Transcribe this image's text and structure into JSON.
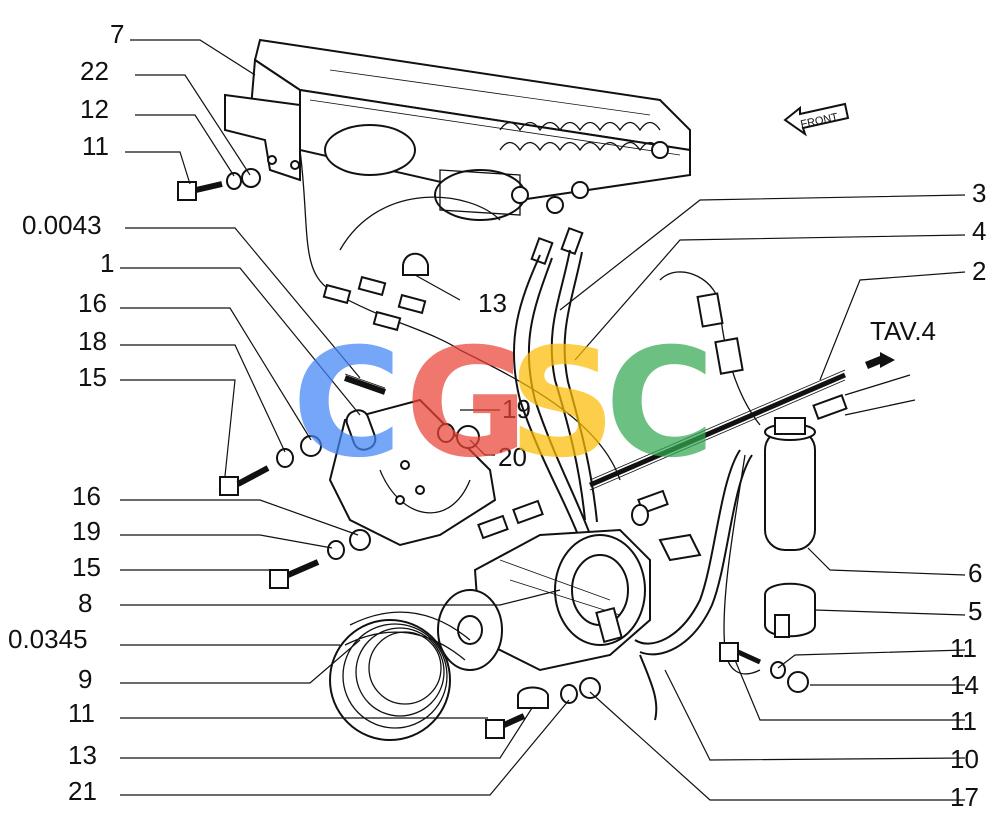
{
  "diagram": {
    "callouts_left": [
      "7",
      "22",
      "12",
      "11",
      "0.0043",
      "1",
      "16",
      "18",
      "15",
      "16",
      "19",
      "15",
      "8",
      "0.0345",
      "9",
      "11",
      "13",
      "21"
    ],
    "callouts_right": [
      "3",
      "4",
      "2",
      "6",
      "5",
      "11",
      "14",
      "11",
      "10",
      "17"
    ],
    "callouts_inner": [
      "13",
      "19",
      "20"
    ],
    "reference_label": "TAV.4",
    "front_label": "FRONT",
    "watermark_letters": [
      "C",
      "G",
      "S",
      "C"
    ],
    "watermark_colors": [
      "#4285F4",
      "#EA4335",
      "#FBBC05",
      "#34A853"
    ]
  }
}
